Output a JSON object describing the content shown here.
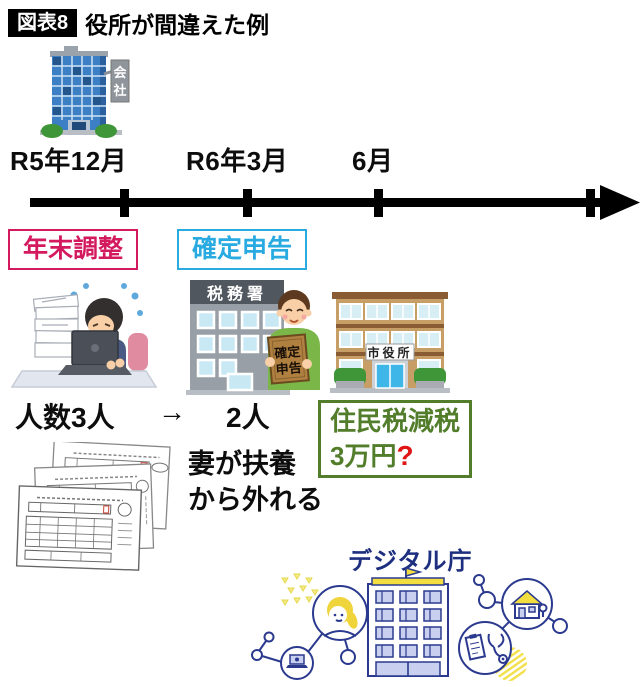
{
  "header": {
    "badge": "図表8",
    "title": "役所が間違えた例"
  },
  "timeline": {
    "labels": [
      "R5年12月",
      "R6年3月",
      "6月"
    ]
  },
  "events": [
    {
      "label": "年末調整"
    },
    {
      "label": "確定申告"
    }
  ],
  "illustrations": {
    "company_sign_chars": [
      "会",
      "社"
    ],
    "tax_office_sign": "税務署",
    "envelope_lines": [
      "確定",
      "申告"
    ],
    "city_hall_sign": "市役所"
  },
  "notes": {
    "people_before": "人数3人",
    "arrow": "→",
    "people_after": "2人",
    "tax_cut_line1": "住民税減税",
    "tax_cut_amount": "3万円",
    "question_mark": "?",
    "wife_line1": "妻が扶養",
    "wife_line2": "から外れる"
  },
  "digital": {
    "label": "デジタル庁"
  },
  "colors": {
    "pink": "#d41a5e",
    "blue": "#29abe2",
    "green": "#527d2b",
    "red": "#e01515",
    "navy": "#1e2f80",
    "lineNavy": "#2b3a8f",
    "yellow": "#f2df3f"
  }
}
